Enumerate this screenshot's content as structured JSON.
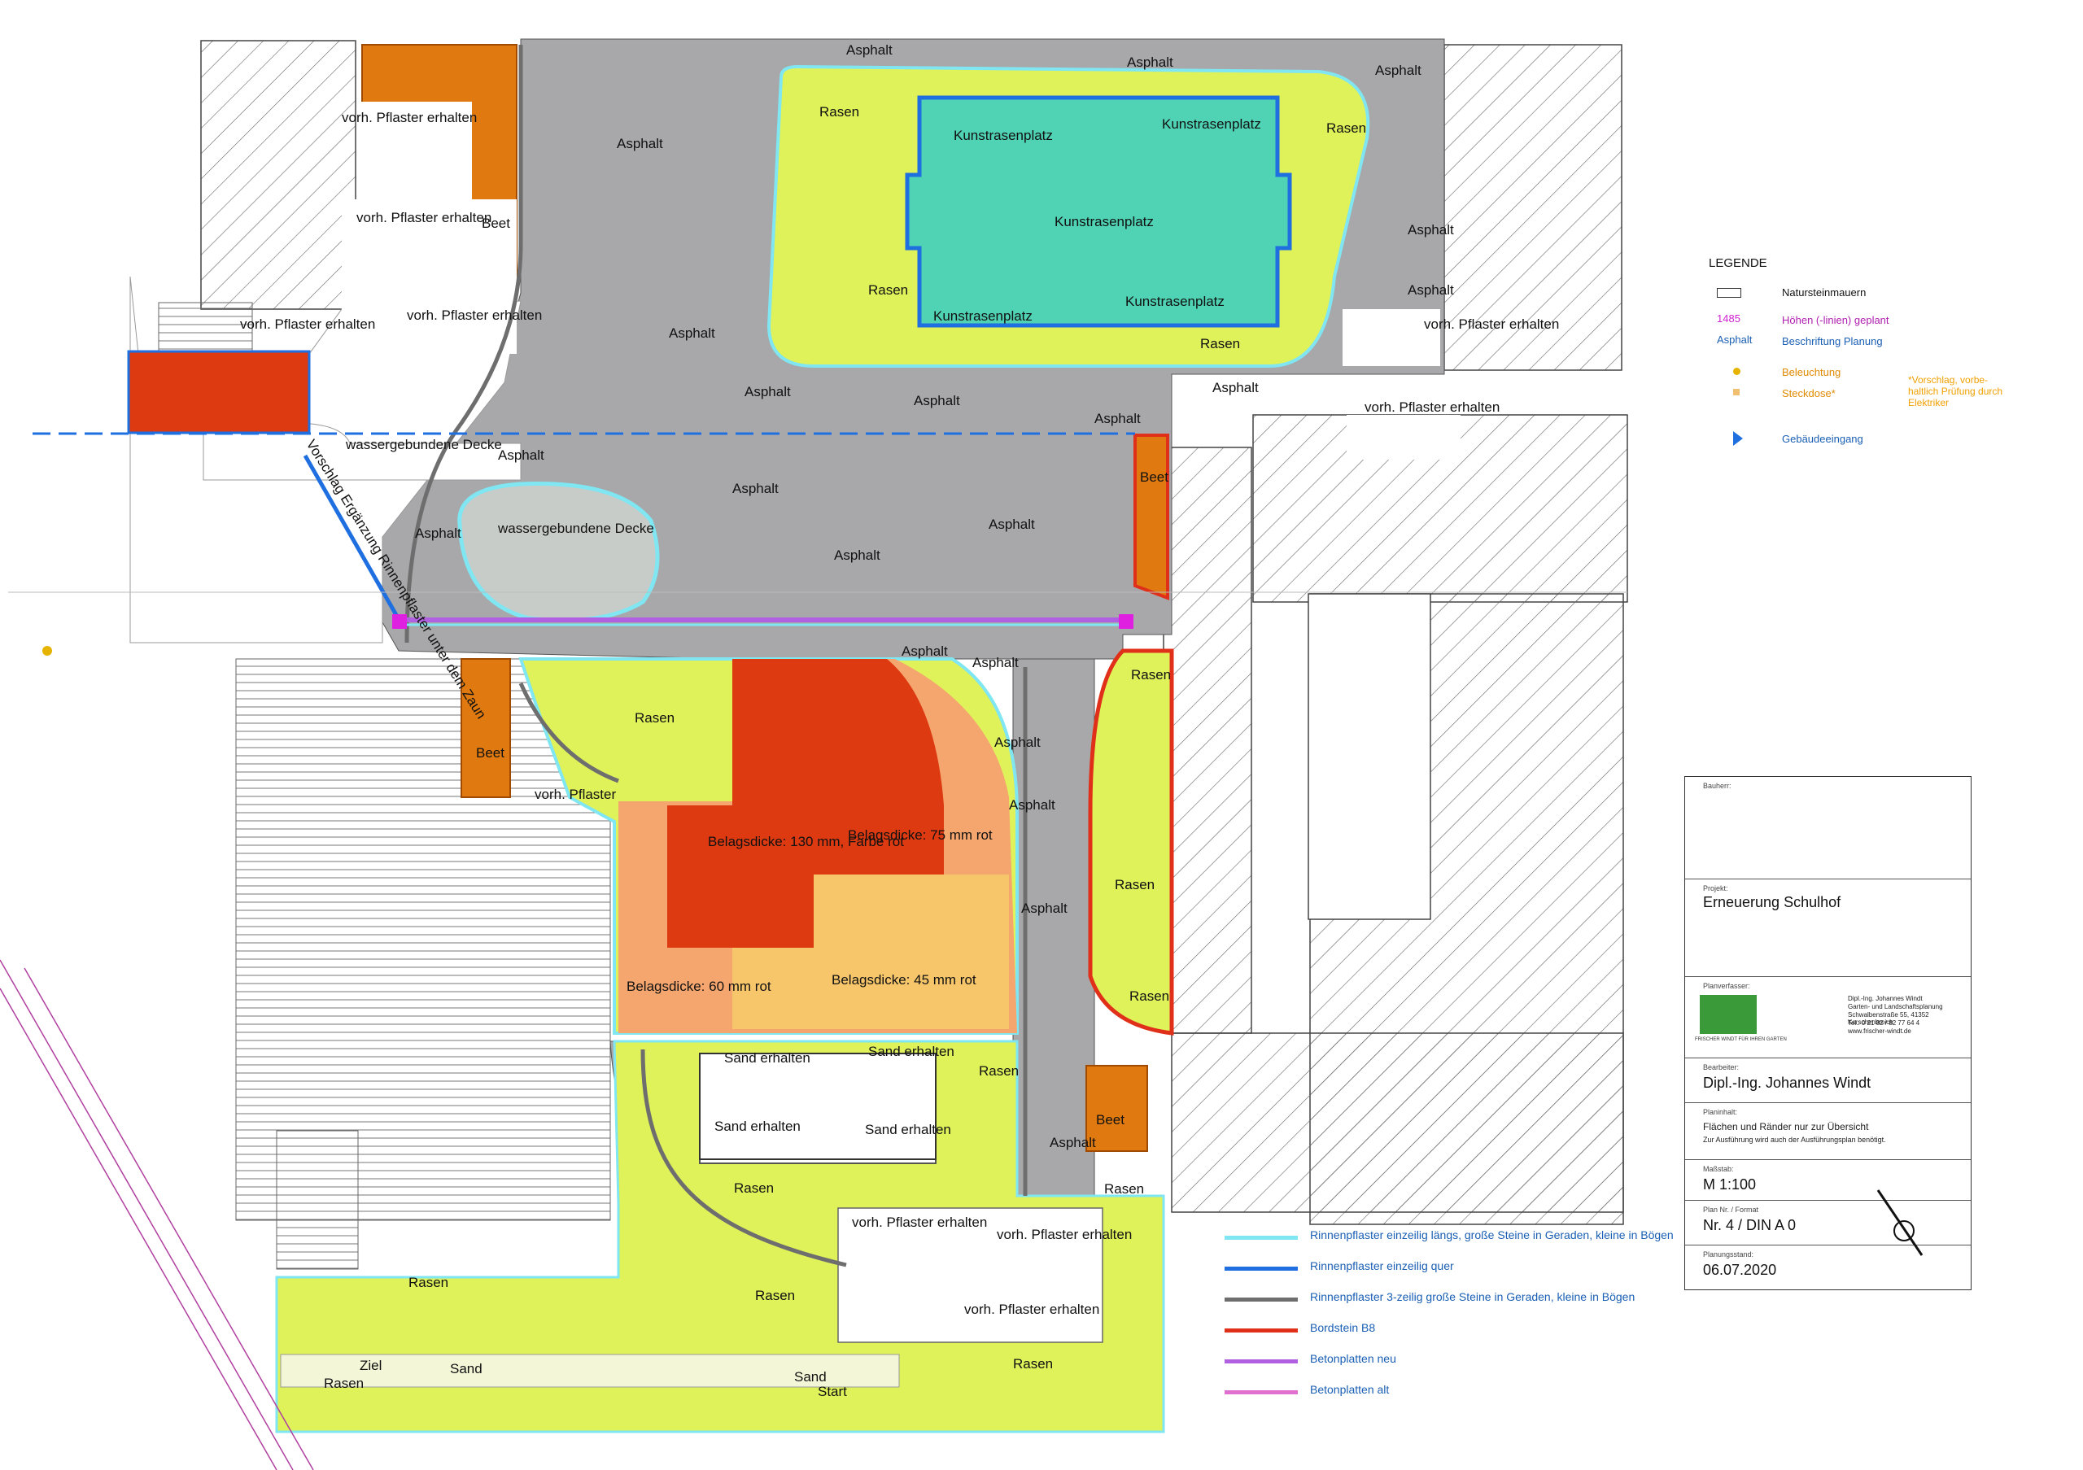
{
  "plan": {
    "areas": {
      "asphalt": [
        "Asphalt",
        "Asphalt",
        "Asphalt",
        "Asphalt",
        "Asphalt",
        "Asphalt",
        "Asphalt",
        "Asphalt",
        "Asphalt",
        "Asphalt",
        "Asphalt",
        "Asphalt",
        "Asphalt",
        "Asphalt",
        "Asphalt",
        "Asphalt",
        "Asphalt",
        "Asphalt",
        "Asphalt",
        "Asphalt",
        "Asphalt",
        "Asphalt"
      ],
      "rasen": [
        "Rasen",
        "Rasen",
        "Rasen",
        "Rasen",
        "Rasen",
        "Rasen",
        "Rasen",
        "Rasen",
        "Rasen",
        "Rasen",
        "Rasen",
        "Rasen",
        "Rasen",
        "Rasen",
        "Rasen"
      ],
      "kunstrasen": [
        "Kunstrasenplatz",
        "Kunstrasenplatz",
        "Kunstrasenplatz",
        "Kunstrasenplatz",
        "Kunstrasenplatz"
      ],
      "pflaster": [
        "vorh. Pflaster erhalten",
        "vorh. Pflaster erhalten",
        "vorh. Pflaster erhalten",
        "vorh. Pflaster erhalten",
        "vorh. Pflaster erhalten",
        "vorh. Pflaster erhalten",
        "vorh. Pflaster erhalten",
        "vorh. Pflaster erhalten",
        "vorh. Pflaster",
        "vorh. Pflaster erhalten"
      ],
      "beet": [
        "Beet",
        "Beet",
        "Beet",
        "Beet"
      ],
      "decke": [
        "wassergebundene Decke",
        "wassergebundene Decke"
      ],
      "sand": [
        "Sand erhalten",
        "Sand erhalten",
        "Sand erhalten",
        "Sand erhalten",
        "Sand",
        "Sand"
      ],
      "belag": [
        "Belagsdicke: 130 mm, Farbe rot",
        "Belagsdicke: 75 mm rot",
        "Belagsdicke: 60 mm rot",
        "Belagsdicke: 45 mm rot"
      ],
      "diagonal": "Vorschlag Ergänzung Rinnenpflaster unter dem Zaun",
      "ziel": "Ziel",
      "start": "Start"
    }
  },
  "legend": {
    "title": "LEGENDE",
    "items": {
      "wall": "Natursteinmauern",
      "height_num": "1485",
      "height_txt": "Höhen (-linien) geplant",
      "asphalt_word": "Asphalt",
      "label_txt": "Beschriftung Planung",
      "light": "Beleuchtung",
      "socket": "Steckdose*",
      "note": "*Vorschlag, vorbe-haltlich Prüfung durch Elektriker",
      "entrance": "Gebäudeeingang"
    },
    "colors": {
      "asphalt": "#a8a8aa",
      "rasen": "#dff25a",
      "kunstrasen": "#4fd3b4",
      "beet": "#e07a10",
      "belag_dark": "#dd3a12",
      "belag_mid": "#f5a66e",
      "belag_light": "#f8c66a"
    }
  },
  "line_legend": [
    {
      "color": "#7fe6f2",
      "text": "Rinnenpflaster einzeilig längs, große Steine in Geraden, kleine in Bögen"
    },
    {
      "color": "#1f6fe0",
      "text": "Rinnenpflaster einzeilig quer"
    },
    {
      "color": "#6e6e6e",
      "text": "Rinnenpflaster 3-zeilig große Steine in Geraden, kleine in Bögen"
    },
    {
      "color": "#e0301a",
      "text": "Bordstein B8"
    },
    {
      "color": "#b060e0",
      "text": "Betonplatten neu"
    },
    {
      "color": "#e070d0",
      "text": "Betonplatten alt"
    }
  ],
  "titleblock": {
    "bauherr_cap": "Bauherr:",
    "projekt_cap": "Projekt:",
    "projekt": "Erneuerung Schulhof",
    "verfasser_cap": "Planverfasser:",
    "firm_l1": "Dipl.-Ing. Johannes Windt",
    "firm_l2": "Garten- und Landschaftsplanung",
    "firm_l3": "Schwalbenstraße 55, 41352 Korschenbroich",
    "firm_l4": "Tel.: 0 21 82 / 82 77 64 4",
    "firm_l5": "www.frischer-windt.de",
    "logo_caption": "FRISCHER WINDT FÜR IHREN GARTEN",
    "bearbeiter_cap": "Bearbeiter:",
    "bearbeiter": "Dipl.-Ing. Johannes Windt",
    "planinhalt_cap": "Planinhalt:",
    "planinhalt_1": "Flächen und Ränder nur zur Übersicht",
    "planinhalt_2": "Zur Ausführung wird auch der Ausführungsplan benötigt.",
    "massstab_cap": "Maßstab:",
    "massstab": "M 1:100",
    "plannr_cap": "Plan Nr. / Format",
    "plannr": "Nr. 4 / DIN A 0",
    "datum_cap": "Planungsstand:",
    "datum": "06.07.2020"
  }
}
